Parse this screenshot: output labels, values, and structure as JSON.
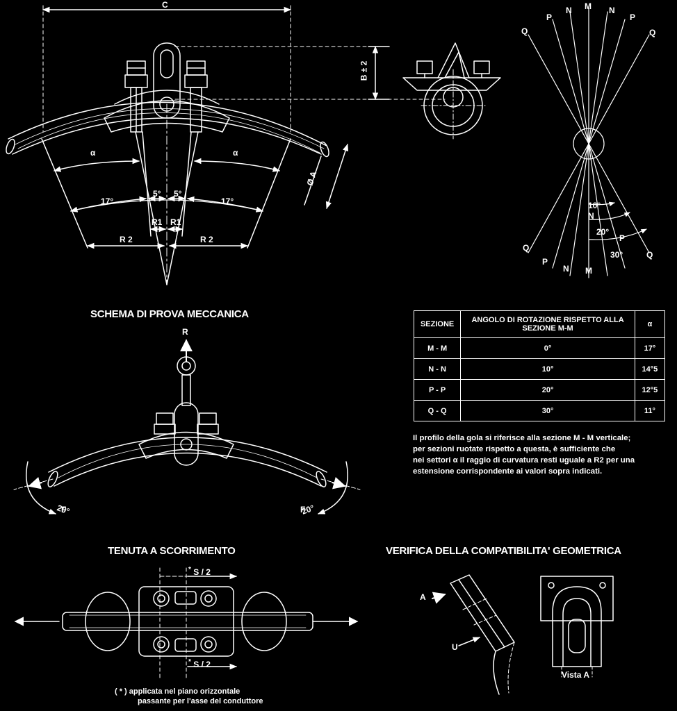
{
  "labels": {
    "dim_c": "C",
    "dim_b": "B ± 2",
    "dim_a": "Ø A",
    "alpha": "α",
    "deg17": "17°",
    "deg5": "5°",
    "r1": "R1",
    "r2": "R 2",
    "deg10": "10°",
    "deg20": "20°",
    "deg30": "30°",
    "m": "M",
    "n": "N",
    "p": "P",
    "q": "Q",
    "r": "R",
    "f": "F",
    "deg20b": "20°",
    "s2": "S / 2",
    "star": "*",
    "a_arrow": "A",
    "u": "U",
    "vista": "Vista A"
  },
  "titles": {
    "prova": "SCHEMA DI PROVA MECCANICA",
    "tenuta": "TENUTA A SCORRIMENTO",
    "verifica": "VERIFICA DELLA COMPATIBILITA' GEOMETRICA"
  },
  "table": {
    "headers": [
      "SEZIONE",
      "ANGOLO DI ROTAZIONE RISPETTO ALLA SEZIONE M-M",
      "α"
    ],
    "rows": [
      [
        "M - M",
        "0°",
        "17°"
      ],
      [
        "N - N",
        "10°",
        "14°5"
      ],
      [
        "P - P",
        "20°",
        "12°5"
      ],
      [
        "Q - Q",
        "30°",
        "11°"
      ]
    ]
  },
  "note": "Il profilo della gola si riferisce alla sezione M - M verticale;\nper sezioni ruotate rispetto a questa, è sufficiente che\nnei settori α il raggio di curvatura resti uguale a R2 per una\nestensione corrispondente ai valori sopra indicati.",
  "footnote": {
    "line1": "( * ) applicata nel piano orizzontale",
    "line2": "passante per l'asse del conduttore"
  }
}
